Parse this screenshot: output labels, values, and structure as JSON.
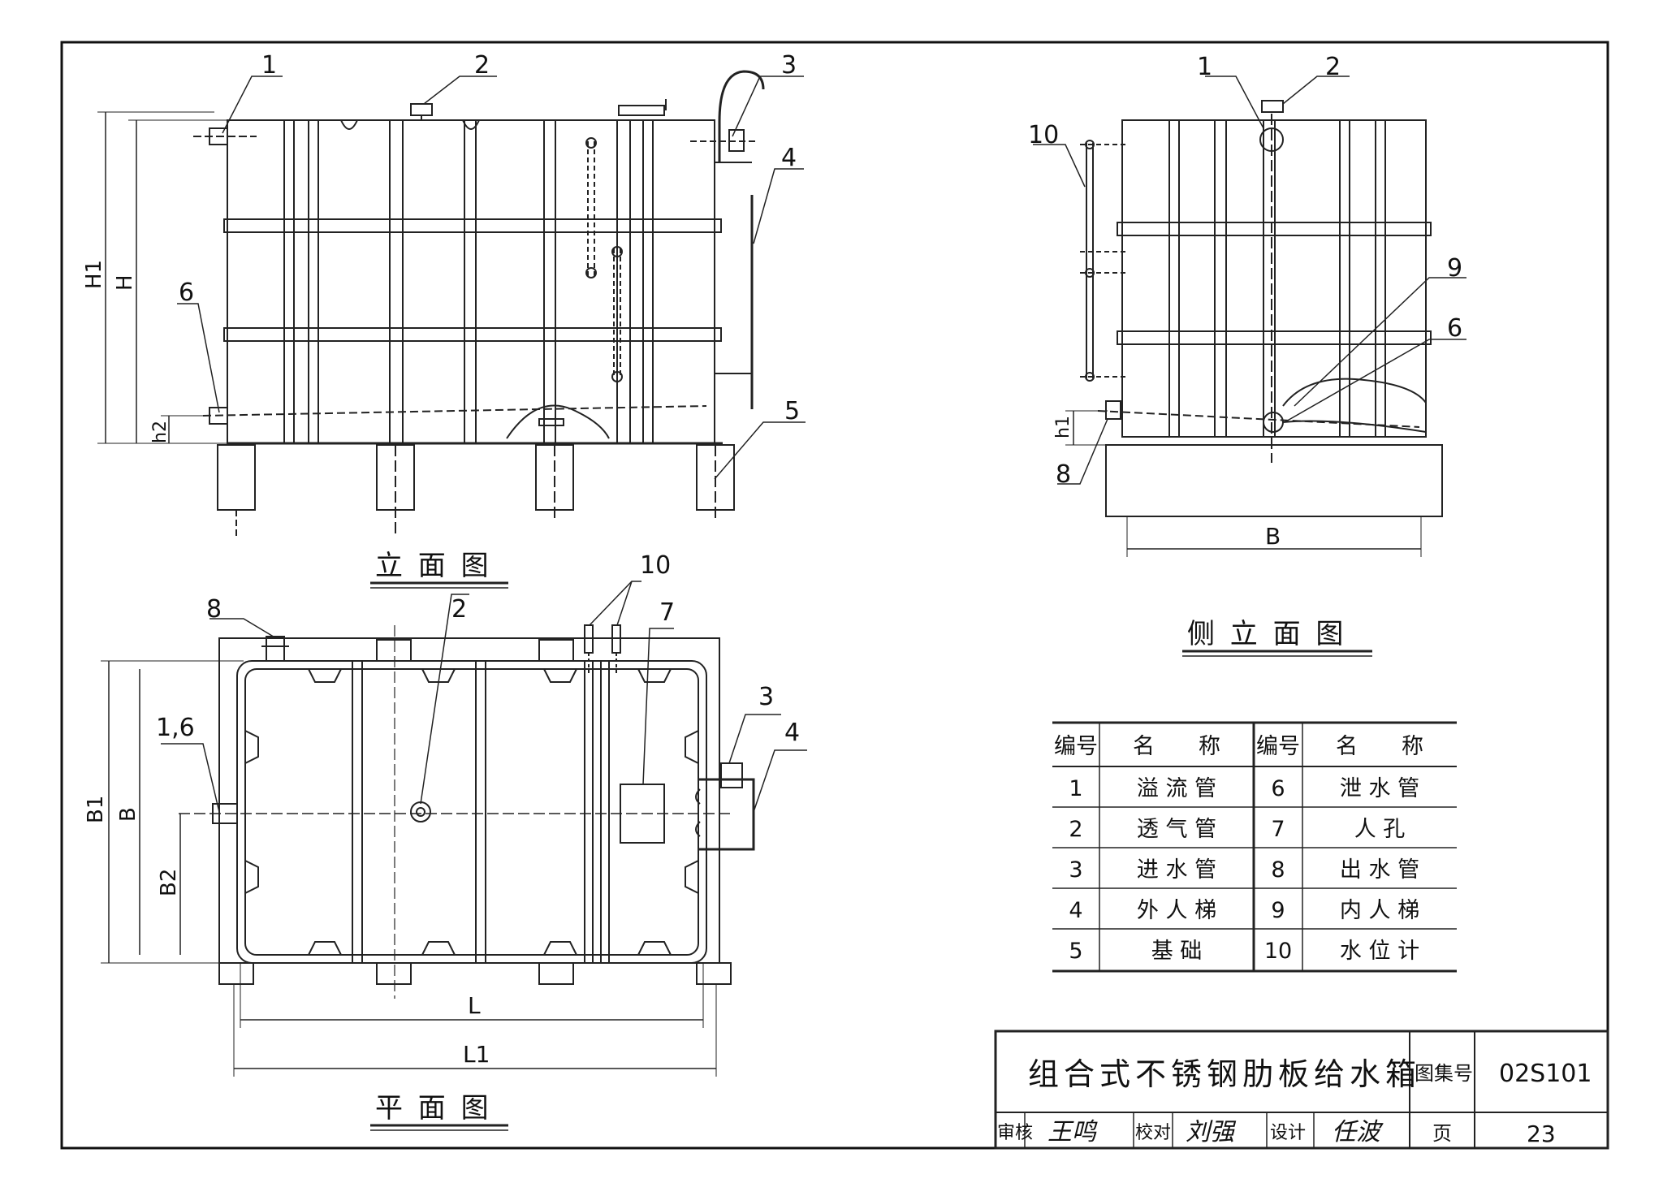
{
  "elevation": {
    "title": "立 面 图",
    "callouts": [
      "1",
      "2",
      "3",
      "4",
      "5",
      "6"
    ],
    "dims": {
      "H1": "H1",
      "H": "H",
      "h2": "h2"
    }
  },
  "side": {
    "title": "侧 立 面 图",
    "callouts": [
      "1",
      "2",
      "10",
      "9",
      "6",
      "8"
    ],
    "dims": {
      "h1": "h1",
      "B": "B"
    }
  },
  "plan": {
    "title": "平 面 图",
    "callouts": [
      "8",
      "2",
      "10",
      "7",
      "3",
      "4",
      "1,6"
    ],
    "dims": {
      "B1": "B1",
      "B": "B",
      "B2": "B2",
      "L": "L",
      "L1": "L1"
    }
  },
  "legend": {
    "headers": [
      "编号",
      "名　　称",
      "编号",
      "名　　称"
    ],
    "rows": [
      [
        "1",
        "溢 流 管",
        "6",
        "泄 水 管"
      ],
      [
        "2",
        "透 气 管",
        "7",
        "人 孔"
      ],
      [
        "3",
        "进 水 管",
        "8",
        "出 水 管"
      ],
      [
        "4",
        "外 人 梯",
        "9",
        "内 人 梯"
      ],
      [
        "5",
        "基 础",
        "10",
        "水 位 计"
      ]
    ]
  },
  "titleblock": {
    "title": "组合式不锈钢肋板给水箱",
    "atlas_label": "图集号",
    "atlas_no": "02S101",
    "review": "审核",
    "review_sig": "王鸣",
    "check": "校对",
    "check_sig": "刘强",
    "design": "设计",
    "design_sig": "任波",
    "page_label": "页",
    "page_no": "23"
  }
}
